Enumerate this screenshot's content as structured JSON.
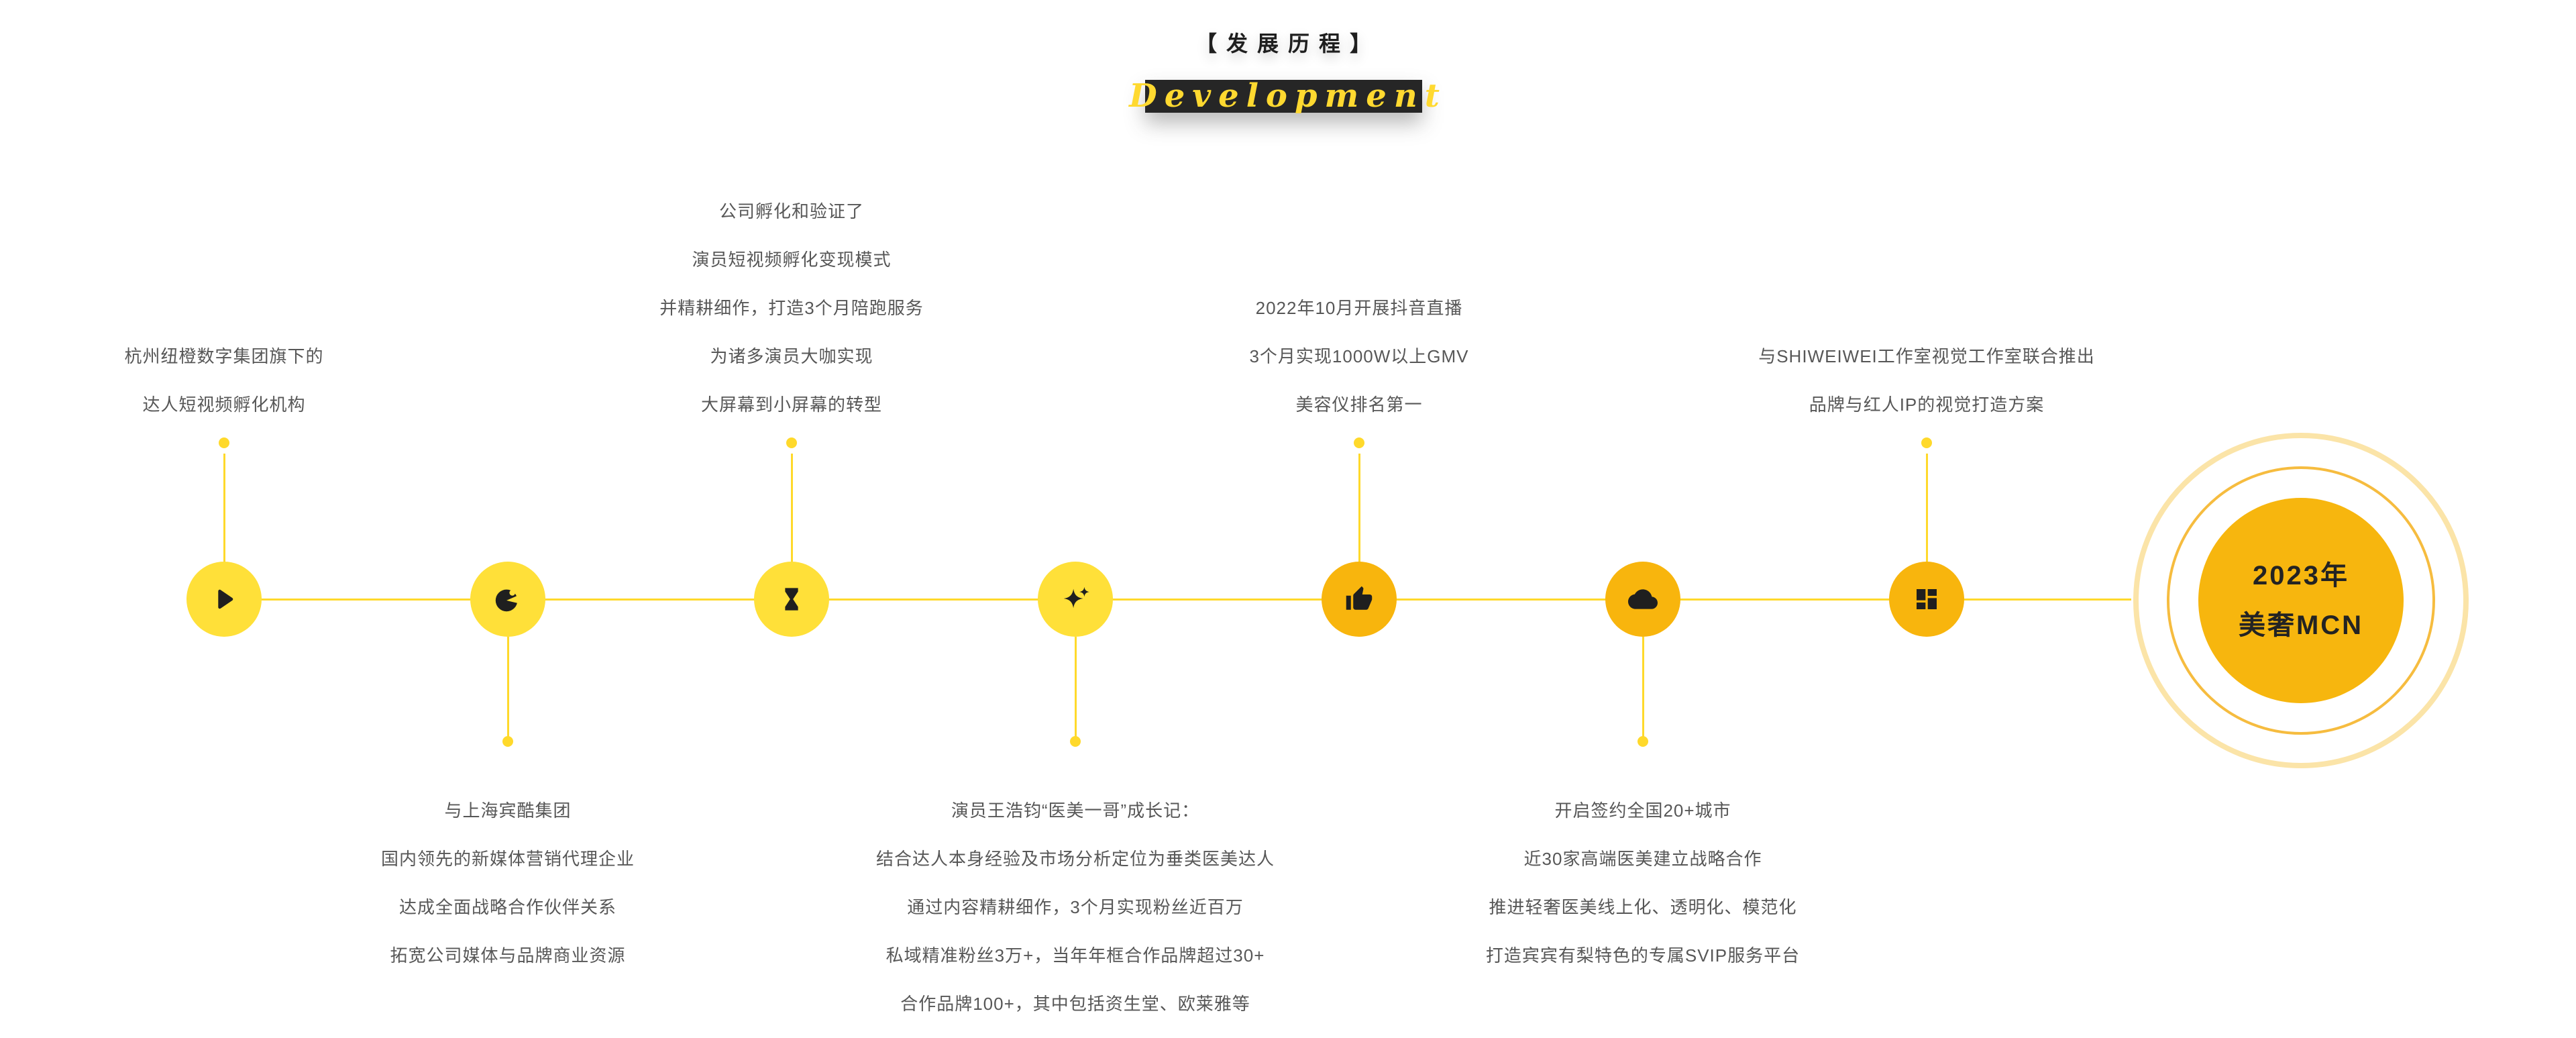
{
  "header": {
    "title": "【发展历程】",
    "subtitle": "Development"
  },
  "timeline": {
    "nodes": [
      {
        "icon": "play-icon",
        "side": "above",
        "lines": [
          "杭州纽橙数字集团旗下的",
          "达人短视频孵化机构"
        ]
      },
      {
        "icon": "chat-icon",
        "side": "below",
        "lines": [
          "与上海宾酷集团",
          "国内领先的新媒体营销代理企业",
          "达成全面战略合作伙伴关系",
          "拓宽公司媒体与品牌商业资源"
        ]
      },
      {
        "icon": "hourglass-icon",
        "side": "above",
        "lines": [
          "公司孵化和验证了",
          "演员短视频孵化变现模式",
          "并精耕细作，打造3个月陪跑服务",
          "为诸多演员大咖实现",
          "大屏幕到小屏幕的转型"
        ]
      },
      {
        "icon": "sparkles-icon",
        "side": "below",
        "lines": [
          "演员王浩钧“医美一哥”成长记：",
          "结合达人本身经验及市场分析定位为垂类医美达人",
          "通过内容精耕细作，3个月实现粉丝近百万",
          "私域精准粉丝3万+，当年年框合作品牌超过30+",
          "合作品牌100+，其中包括资生堂、欧莱雅等"
        ]
      },
      {
        "icon": "thumb-up-icon",
        "side": "above",
        "lines": [
          "2022年10月开展抖音直播",
          "3个月实现1000W以上GMV",
          "美容仪排名第一"
        ]
      },
      {
        "icon": "cloud-icon",
        "side": "below",
        "lines": [
          "开启签约全国20+城市",
          "近30家高端医美建立战略合作",
          "推进轻奢医美线上化、透明化、模范化",
          "打造宾宾有梨特色的专属SVIP服务平台"
        ]
      },
      {
        "icon": "dashboard-icon",
        "side": "above",
        "lines": [
          "与SHIWEIWEI工作室视觉工作室联合推出",
          "品牌与红人IP的视觉打造方案"
        ]
      }
    ],
    "milestone": {
      "year_line": "2023年",
      "label_line": "美奢MCN"
    }
  },
  "colors": {
    "node_yellow": "#FFE039",
    "node_orange": "#F8B50D",
    "line_yellow": "#FFD92B",
    "milestone_fill": "#F7B60E",
    "ring_inner": "#F6BC3F",
    "ring_outer": "#FBE4A8",
    "title_color": "#1E1E1E",
    "subtitle_color": "#FFD930",
    "subtitle_bg": "#262626",
    "text_color": "#575757",
    "icon_color": "#1F1F1F"
  }
}
